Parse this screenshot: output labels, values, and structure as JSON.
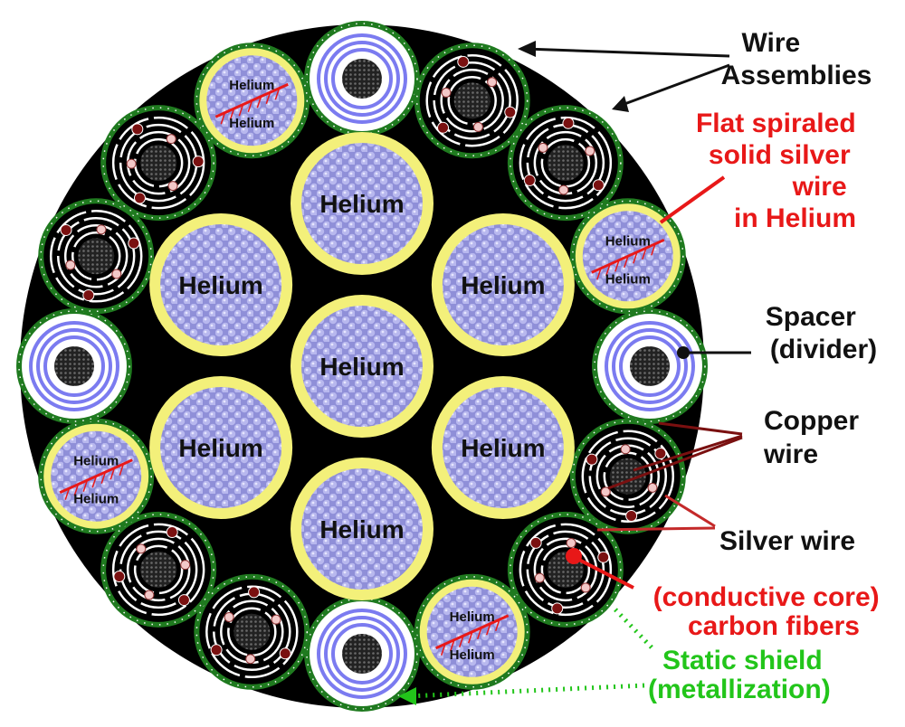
{
  "colors": {
    "helium_label": "#111111",
    "annotation_black": "#111111",
    "annotation_red": "#e81818",
    "annotation_green": "#22c51a",
    "cable_body": "#000000",
    "tube_ring": "#f3f07a",
    "helium_fill": "#9b9be0",
    "shield": "#2eb82e",
    "copper": "#7a1010",
    "silver": "#f2c8c8",
    "spacer_blue": "#7b7bf0"
  },
  "center_tubes": {
    "labels": [
      "Helium",
      "Helium",
      "Helium",
      "Helium",
      "Helium",
      "Helium",
      "Helium"
    ]
  },
  "small_helium_cells": {
    "labels": [
      "Helium",
      "Helium",
      "Helium",
      "Helium",
      "Helium",
      "Helium",
      "Helium",
      "Helium"
    ]
  },
  "annotations": {
    "wire_assemblies": [
      "Wire",
      "Assemblies"
    ],
    "flat_spiraled": [
      "Flat spiraled",
      "solid silver",
      "wire",
      "in Helium"
    ],
    "spacer": [
      "Spacer",
      "(divider)"
    ],
    "copper": [
      "Copper",
      "wire"
    ],
    "silver": [
      "Silver wire"
    ],
    "carbon": [
      "(conductive core)",
      "carbon fibers"
    ],
    "static_shield": [
      "Static shield",
      "(metallization)"
    ]
  },
  "peripheral_cells": [
    {
      "type": "spacer"
    },
    {
      "type": "wire"
    },
    {
      "type": "wire"
    },
    {
      "type": "helium"
    },
    {
      "type": "spacer"
    },
    {
      "type": "wire"
    },
    {
      "type": "wire"
    },
    {
      "type": "helium"
    },
    {
      "type": "spacer"
    },
    {
      "type": "wire"
    },
    {
      "type": "wire"
    },
    {
      "type": "helium"
    },
    {
      "type": "spacer"
    },
    {
      "type": "wire"
    },
    {
      "type": "wire"
    },
    {
      "type": "helium"
    }
  ]
}
